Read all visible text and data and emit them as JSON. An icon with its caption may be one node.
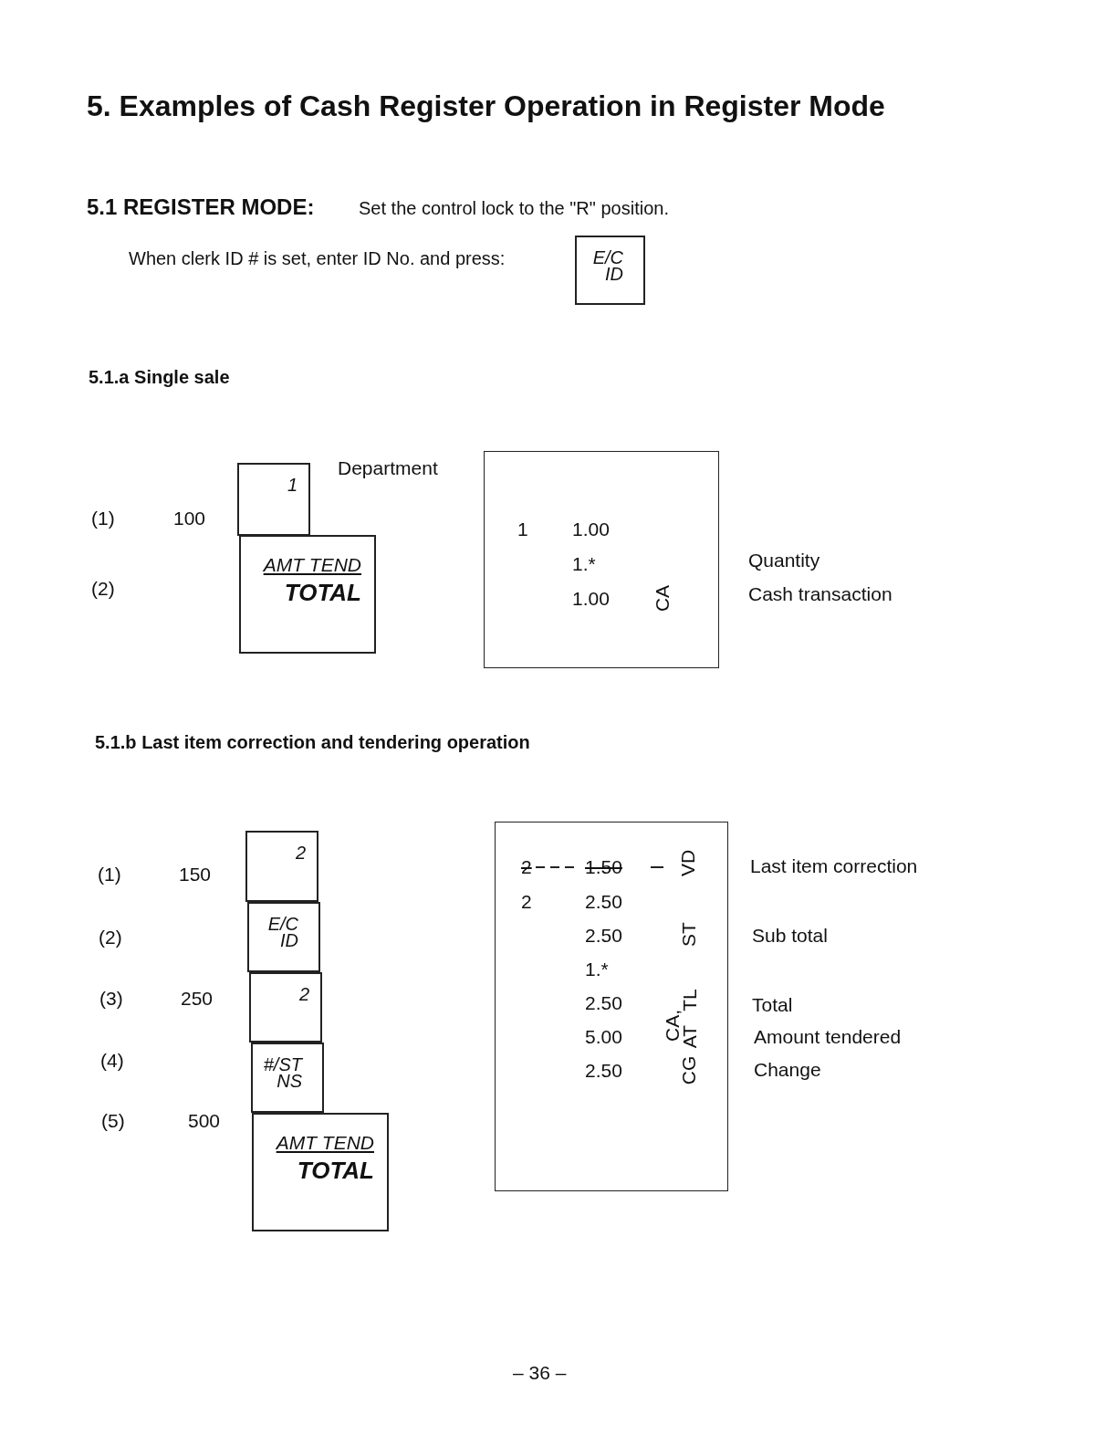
{
  "diagram": {
    "title": "5. Examples of Cash Register Operation in Register Mode",
    "nodes": [
      {
        "text": [
          "E/C",
          "ID"
        ]
      },
      {
        "text": [
          "1"
        ],
        "beside": [
          "Department"
        ]
      },
      {
        "text": [
          "AMT TEND",
          "TOTAL"
        ]
      },
      {
        "text": [
          "1",
          "1.00",
          "1.*",
          "1.00",
          "CA"
        ]
      },
      {
        "text": [
          "2"
        ]
      },
      {
        "text": [
          "E/C",
          "ID"
        ]
      },
      {
        "text": [
          "2"
        ]
      },
      {
        "text": [
          "#/ST",
          "NS"
        ]
      },
      {
        "text": [
          "AMT TEND",
          "TOTAL"
        ]
      },
      {
        "text": [
          "2",
          "1.50",
          "VD",
          "2",
          "2.50",
          "2.50",
          "ST",
          "1.*",
          "2.50",
          "TL",
          "5.00",
          "CA,",
          "AT",
          "2.50",
          "CG"
        ]
      }
    ],
    "labels": [
      "5.1 REGISTER MODE:",
      "Set the control lock to the \"R\" position.",
      "When clerk ID # is set, enter ID No. and press:",
      "5.1.a Single sale",
      "(1)",
      "100",
      "(2)",
      "Quantity",
      "Cash transaction",
      "5.1.b Last item correction and tendering operation",
      "(1)",
      "150",
      "(2)",
      "(3)",
      "250",
      "(4)",
      "(5)",
      "500",
      "Last item correction",
      "Sub total",
      "Total",
      "Amount tendered",
      "Change",
      "– 36 –"
    ]
  }
}
